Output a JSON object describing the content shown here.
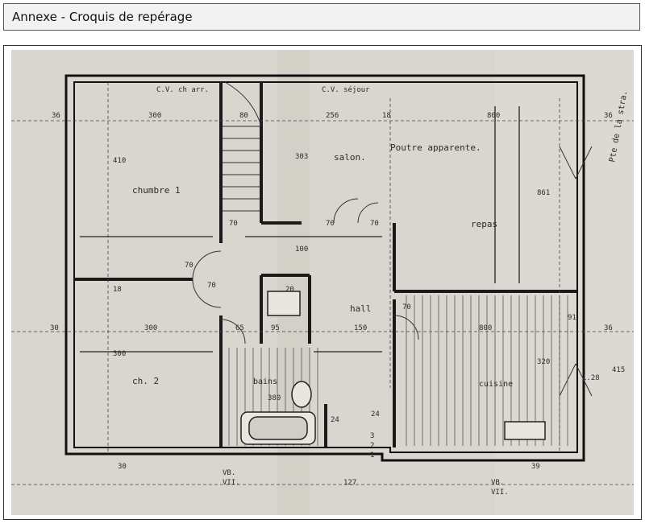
{
  "header": {
    "title": "Annexe - Croquis de repérage"
  },
  "plan": {
    "rooms": {
      "chambre1": "chumbre 1",
      "ch2": "ch. 2",
      "salon": "salon.",
      "repas": "repas",
      "hall": "hall",
      "bains": "bains",
      "cuisine": "cuisine",
      "poutre": "Poutre apparente.",
      "cv_ch": "C.V. ch arr.",
      "cv_sejour": "C.V. séjour"
    },
    "dimensions": {
      "d36_left": "36",
      "d300_top": "300",
      "d80": "80",
      "d256": "256",
      "d18": "18",
      "d800_top": "800",
      "d410": "410",
      "d303": "303",
      "d100": "100",
      "d70a": "70",
      "d70b": "70",
      "d70c": "70",
      "d70d": "70",
      "d70e": "70",
      "d70f": "70",
      "d18_left": "18",
      "d30_left": "30",
      "d300_mid": "300",
      "d65": "65",
      "d95": "95",
      "d150": "150",
      "d800_mid": "800",
      "d36_right": "36",
      "d36_right2": "36",
      "d300_v": "300",
      "d380": "380",
      "d320": "320",
      "d24a": "24",
      "d24b": "24",
      "d30_bot": "30",
      "d127": "127",
      "d39": "39",
      "d861": "861",
      "d91": "91",
      "d415": "415",
      "d128": "1.28",
      "n3": "3",
      "n2": "2",
      "n1": "1",
      "d20": "20"
    },
    "marks": {
      "vb_left": "VB.",
      "vii_left": "VII.",
      "vb_right": "VB.",
      "vii_right": "VII."
    },
    "handwritten": {
      "right": "Pte de la stra."
    }
  }
}
